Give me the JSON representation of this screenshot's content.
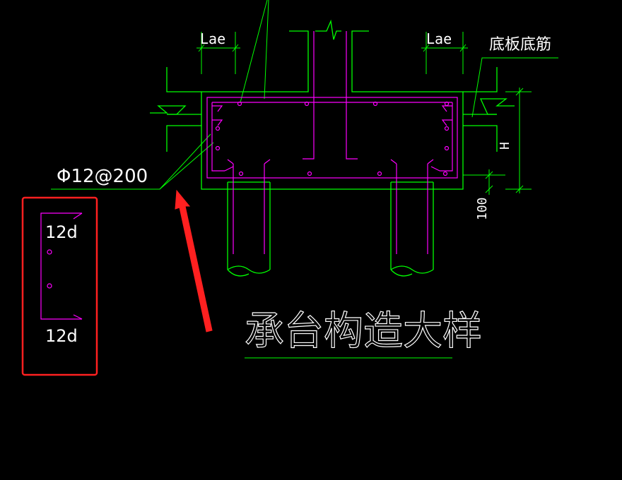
{
  "labels": {
    "lae_left": "Lae",
    "lae_right": "Lae",
    "bottom_plate_rebar": "底板底筋",
    "rebar_spec": "Φ12@200",
    "dim_h": "H",
    "dim_100": "100",
    "hook_top": "12d",
    "hook_bottom": "12d",
    "title": "承台构造大样"
  },
  "colors": {
    "background": "#000000",
    "concrete_outline": "#00ff00",
    "rebar": "#ff00ff",
    "leader": "#00ff00",
    "text": "#ffffff",
    "highlight": "#ff2020"
  }
}
